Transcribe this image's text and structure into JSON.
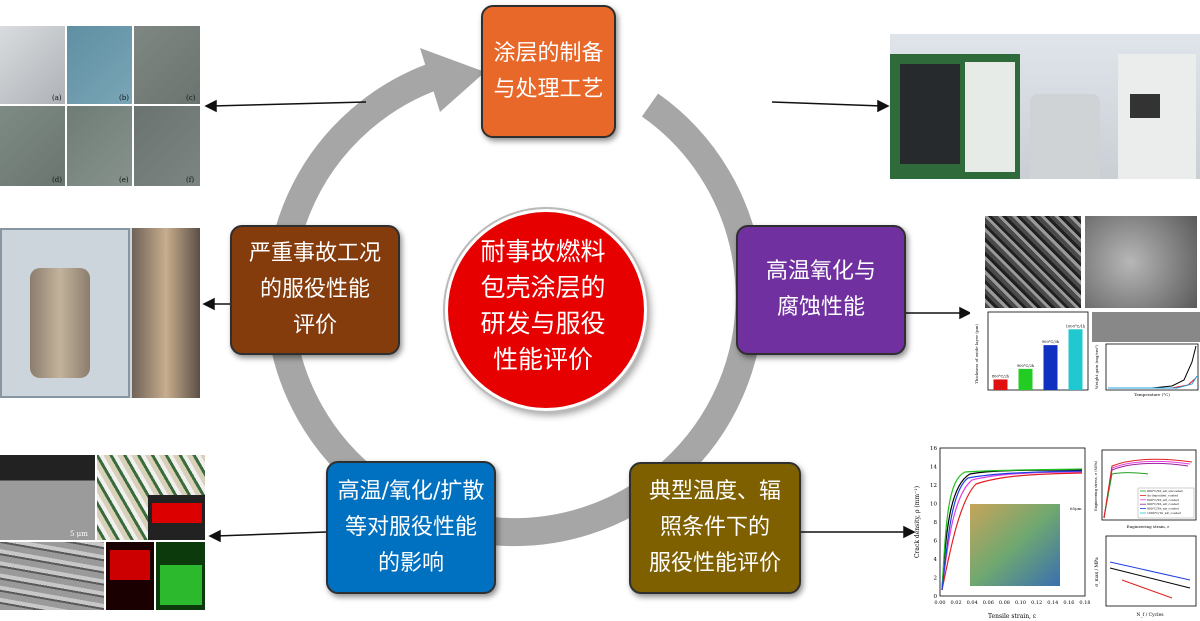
{
  "center": {
    "text": "耐事故燃料\n包壳涂层的\n研发与服役\n性能评价",
    "color": "#e60000"
  },
  "boxes": {
    "top": {
      "text": "涂层的制备\n与处理工艺",
      "color": "#e8682a"
    },
    "right": {
      "text": "高温氧化与\n腐蚀性能",
      "color": "#7030a0"
    },
    "bottom_right": {
      "text": "典型温度、辐\n照条件下的\n服役性能评价",
      "color": "#7f6000"
    },
    "bottom_left": {
      "text": "高温/氧化/扩散\n等对服役性能\n的影响",
      "color": "#0070c0"
    },
    "left": {
      "text": "严重事故工况\n的服役性能\n评价",
      "color": "#843c0c"
    }
  },
  "samples_labels": [
    "(a)",
    "(b)",
    "(c)",
    "(d)",
    "(e)",
    "(f)"
  ],
  "micro_scale": "5 μm",
  "bar_chart": {
    "ylabel": "Thickness of oxide layer (μm)",
    "categories": [
      "800°C/2h",
      "900°C/2h",
      "900°C/3h",
      "1000°C/1h"
    ],
    "values": [
      0.4,
      0.8,
      1.7,
      2.3
    ],
    "ylim": [
      0,
      2.5
    ],
    "colors": [
      "#e01010",
      "#22cc22",
      "#1030c0",
      "#20c8d0"
    ]
  },
  "curve_chart": {
    "xlabel": "Temperature (°C)",
    "ylabel": "Weight gain (mg/cm²)"
  },
  "crack_chart": {
    "xlabel": "Tensile strain, ε",
    "ylabel": "Crack density, ρ (mm⁻¹)",
    "xticks": [
      "0.00",
      "0.02",
      "0.04",
      "0.06",
      "0.08",
      "0.10",
      "0.12",
      "0.14",
      "0.16",
      "0.18"
    ],
    "yticks": [
      "0",
      "2",
      "4",
      "6",
      "8",
      "10",
      "12",
      "14",
      "16"
    ],
    "inset_unit": "65μm"
  },
  "stress_chart": {
    "xlabel": "Engineering strain, ε",
    "ylabel": "Engineering stress, σ (MPa)",
    "legend": [
      "800°C/2h_air_uncoated",
      "As deposited_coated",
      "800°C/2h_air_coated",
      "900°C/2h_air_coated",
      "900°C/3h_air_coated",
      "1000°C/1h_air_coated"
    ]
  },
  "fatigue_chart": {
    "xlabel": "N_f / Cycles",
    "ylabel": "σ_max / MPa"
  },
  "colors": {
    "arrow_ring": "#a6a6a6"
  }
}
